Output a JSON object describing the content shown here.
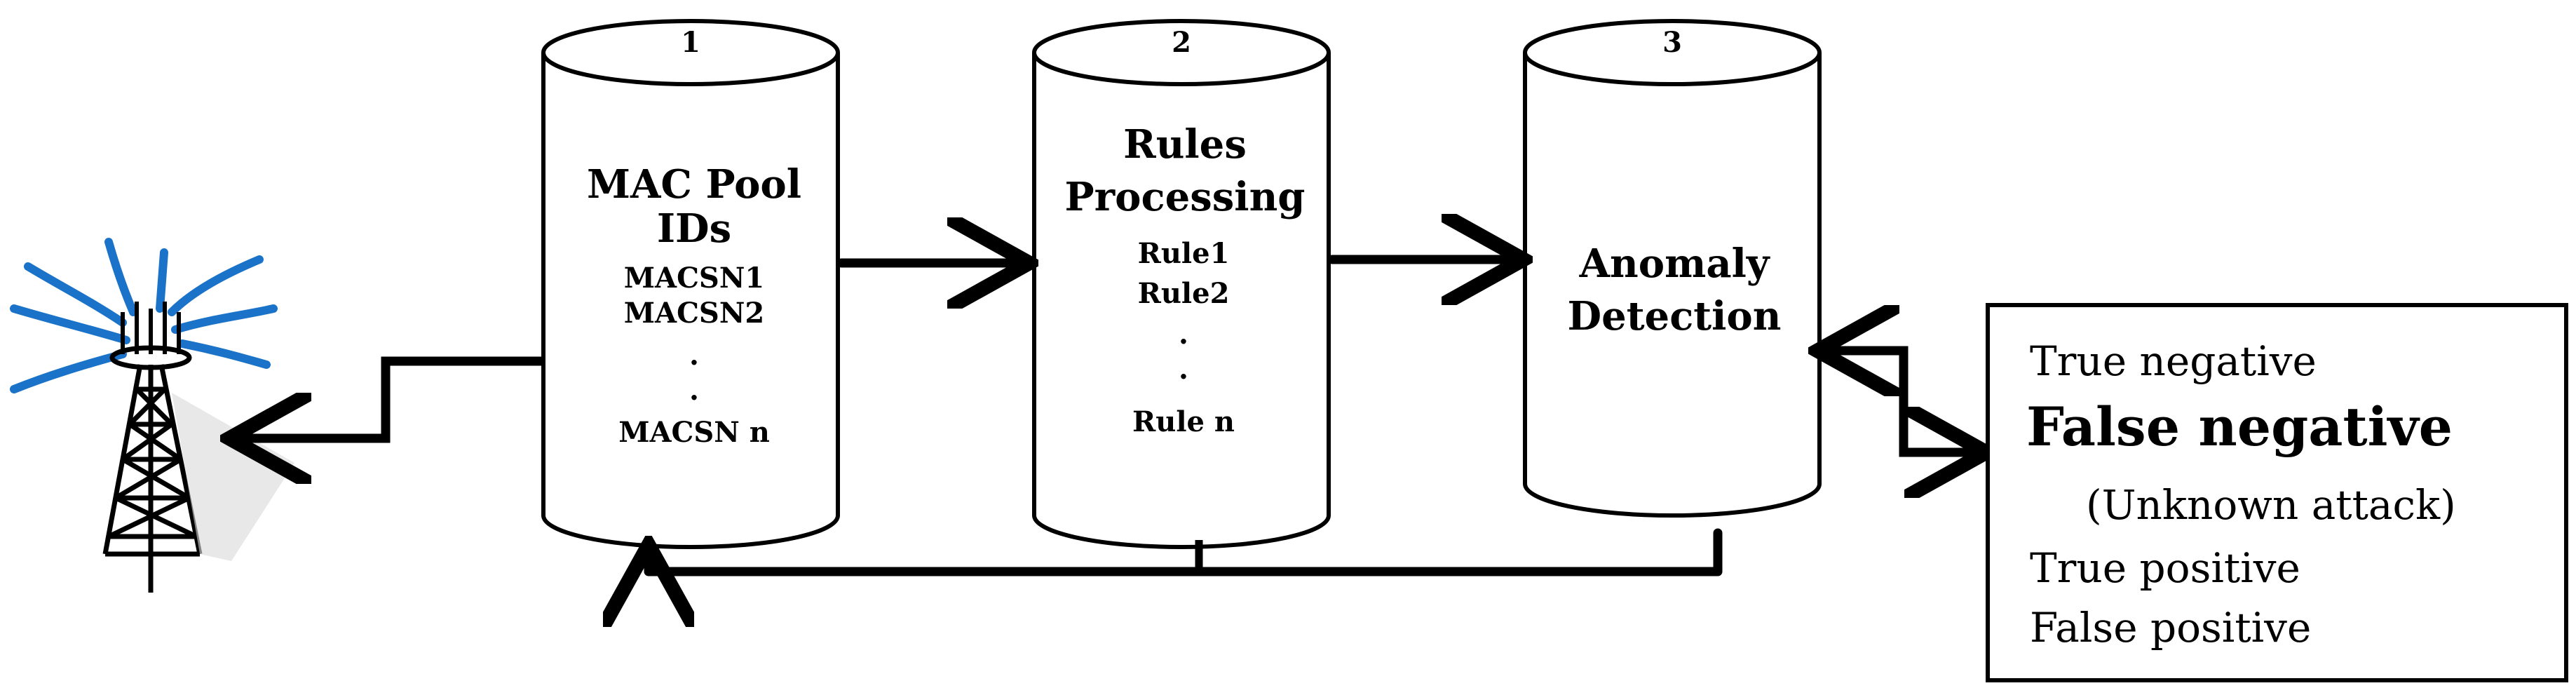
{
  "cylinders": [
    {
      "number": "1",
      "title_lines": [
        "MAC Pool",
        "IDs"
      ],
      "items": [
        "MACSN1",
        "MACSN2",
        ".",
        ".",
        "MACSN n"
      ]
    },
    {
      "number": "2",
      "title_lines": [
        "Rules",
        "Processing"
      ],
      "items": [
        "Rule1",
        "Rule2",
        ".",
        ".",
        "Rule n"
      ]
    },
    {
      "number": "3",
      "title_lines": [
        "Anomaly",
        "Detection"
      ],
      "items": []
    }
  ],
  "results_box": {
    "lines": [
      "True negative",
      "False negative",
      "(Unknown attack)",
      "True positive",
      "False positive"
    ]
  },
  "colors": {
    "stroke": "#000000",
    "tower_rays": "#1a73c8"
  },
  "icons": {
    "tower": "radio-tower-icon"
  }
}
